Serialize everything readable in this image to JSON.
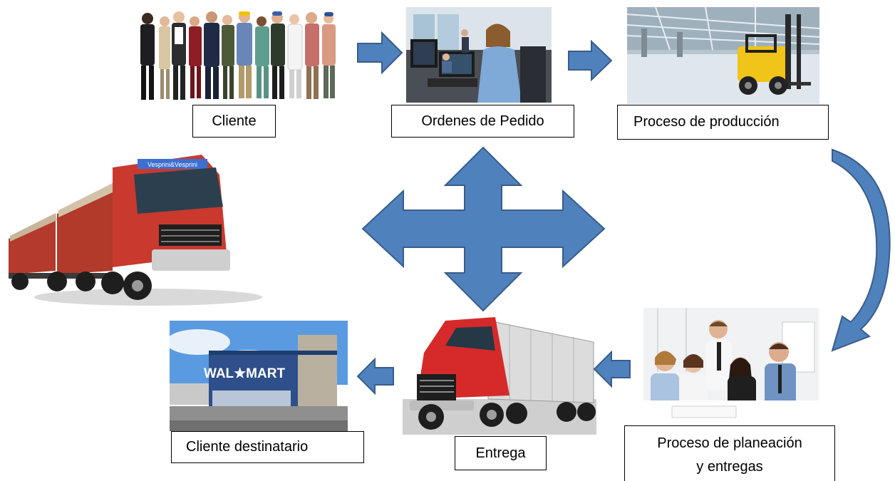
{
  "nodes": {
    "cliente": {
      "label": "Cliente",
      "picture": "people-group-photo"
    },
    "ordenes": {
      "label": "Ordenes de Pedido",
      "picture": "call-center-photo"
    },
    "produccion": {
      "label": "Proceso de producción",
      "picture": "warehouse-forklift-photo"
    },
    "planeacion": {
      "label_line1": "Proceso de planeación",
      "label_line2": "y entregas",
      "picture": "business-meeting-photo"
    },
    "entrega": {
      "label": "Entrega",
      "picture": "red-truck-photo"
    },
    "destinatario": {
      "label": "Cliente destinatario",
      "picture": "walmart-store-photo",
      "sign_text": "WAL★MART"
    }
  },
  "truck_side": {
    "picture": "freight-truck-photo",
    "banner_text": "Vesprini&Vesprini"
  },
  "colors": {
    "arrow_fill": "#4f81bd",
    "arrow_stroke": "#385d8a",
    "box_border": "#000000"
  }
}
